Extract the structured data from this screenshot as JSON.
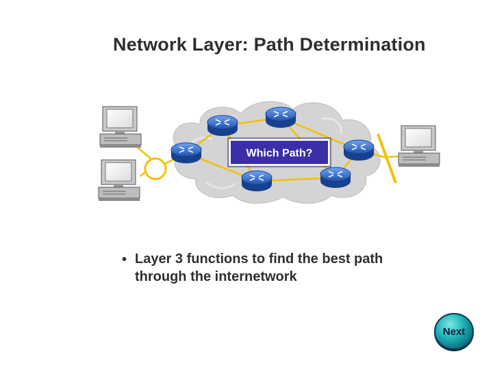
{
  "title": "Network Layer: Path Determination",
  "cloud_label": "Which Path?",
  "bullet": "Layer 3 functions to find the best path through the internetwork",
  "bullet_marker": "•",
  "next_label": "Next",
  "colors": {
    "cloud": "#d4d4d4",
    "link": "#f2c100",
    "router": "#2f6fd2",
    "label_bg": "#3b2fa8",
    "title": "#2e2e2e",
    "next_button": "#1fb4b8"
  },
  "icons": [
    "router-icon",
    "workstation-icon",
    "token-ring-icon",
    "ethernet-bus-icon"
  ]
}
